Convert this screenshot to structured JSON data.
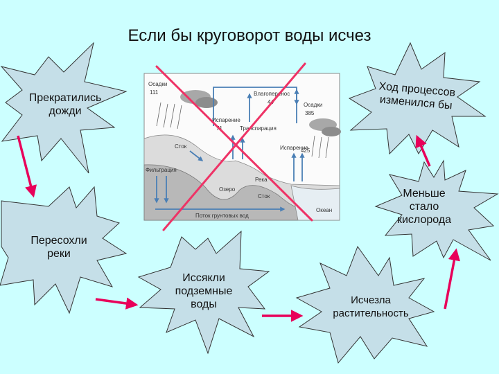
{
  "slide": {
    "title": "Если бы круговорот воды исчез"
  },
  "bursts": {
    "rain": "Прекратились дожди",
    "rivers": "Пересохли реки",
    "groundwater": "Иссякли подземные воды",
    "vegetation": "Исчезла растительность",
    "oxygen": "Меньше стало кислорода",
    "processes": "Ход процессов изменился бы"
  },
  "water_cycle": {
    "precip_left_label": "Осадки",
    "precip_left_value": "111",
    "transport_label": "Влагоперенос",
    "transport_value": "44",
    "precip_right_label": "Осадки",
    "precip_right_value": "385",
    "evap_land_label": "Испарение",
    "evap_land_value": "71",
    "transpiration_label": "Транспирация",
    "evap_ocean_label": "Испарение",
    "evap_ocean_value": "425",
    "runoff_label": "Сток",
    "filtration_label": "Фильтрация",
    "lake_label": "Озеро",
    "river_label": "Река",
    "runoff2_label": "Сток",
    "ocean_label": "Океан",
    "groundwater_label": "Поток грунтовых вод"
  },
  "colors": {
    "background": "#ccffff",
    "burst_fill": "#c5dfe8",
    "arrow": "#e8005a",
    "cross": "#ee3366"
  }
}
